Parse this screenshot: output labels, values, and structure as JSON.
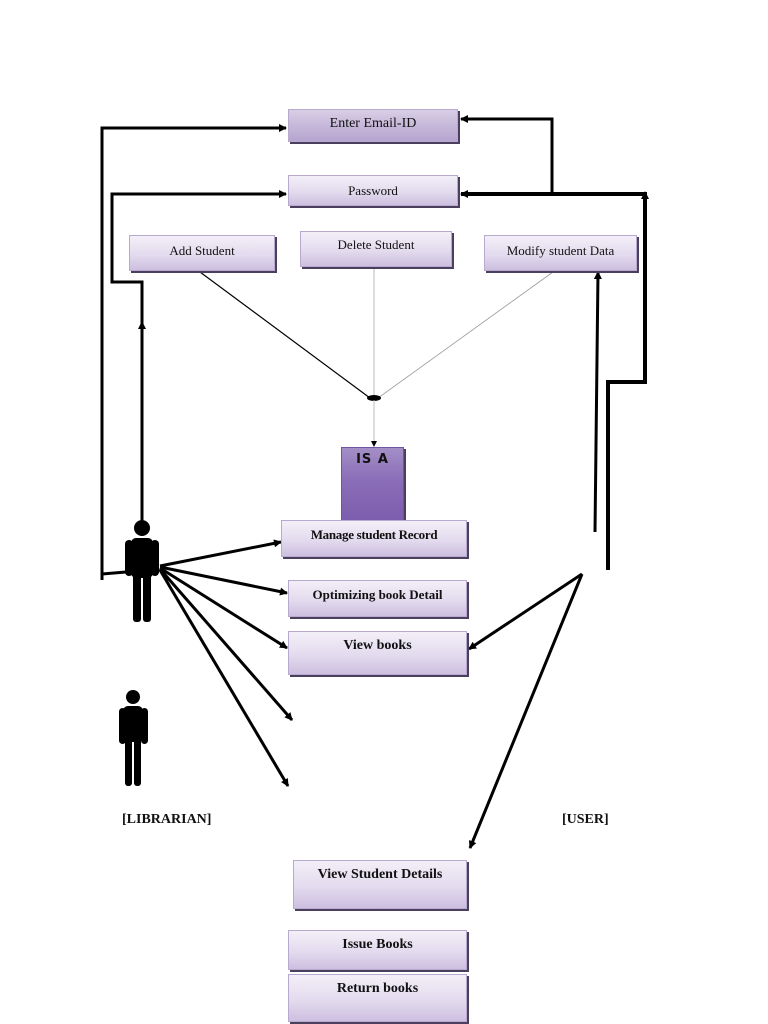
{
  "diagram": {
    "type": "use-case / ER hybrid diagram",
    "login_boxes": {
      "email": "Enter Email-ID",
      "password": "Password"
    },
    "student_ops": {
      "add": "Add Student",
      "delete": "Delete Student",
      "modify": "Modify student Data"
    },
    "isa_label": "IS  A",
    "librarian_ops": {
      "manage": "Manage student Record",
      "optimize": "Optimizing book Detail",
      "view_books": "View books"
    },
    "user_ops": {
      "view_student": "View Student Details",
      "issue": "Issue Books",
      "return": "Return books"
    },
    "actors": {
      "librarian": "[LIBRARIAN]",
      "user": "[USER]"
    },
    "colors": {
      "box_light": "#e3dbee",
      "box_dark": "#cdbfe0",
      "isa_fill": "#8a6db8",
      "line": "#000000"
    }
  }
}
